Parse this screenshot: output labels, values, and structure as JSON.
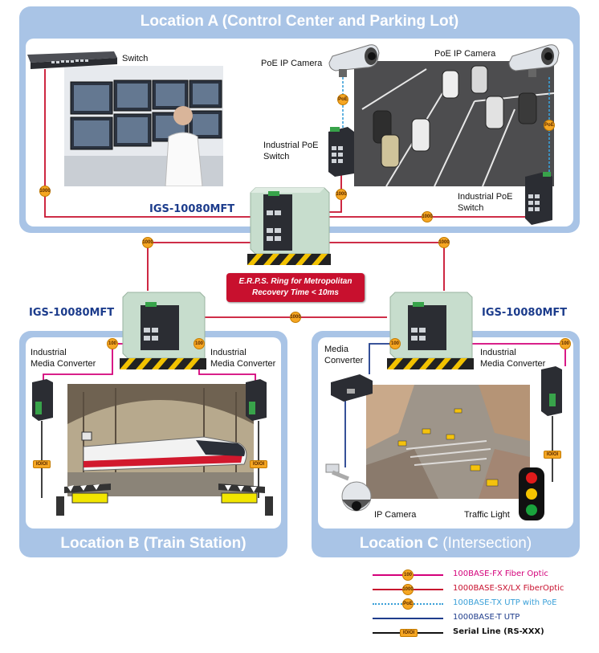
{
  "locations": {
    "a_title": "Location A (Control Center and Parking Lot)",
    "b_title": "Location B (Train Station)",
    "c_title_main": "Location C",
    "c_title_sub": "(Intersection)"
  },
  "devices": {
    "switch": "Switch",
    "poe_camera_left": "PoE IP Camera",
    "poe_camera_right": "PoE IP Camera",
    "ind_poe_switch_left": [
      "Industrial PoE",
      "Switch"
    ],
    "ind_poe_switch_right": [
      "Industrial PoE",
      "Switch"
    ],
    "model_top": "IGS-10080MFT",
    "model_left": "IGS-10080MFT",
    "model_right": "IGS-10080MFT",
    "b_converter_left": [
      "Industrial",
      "Media Converter"
    ],
    "b_converter_right": [
      "Industrial",
      "Media Converter"
    ],
    "c_media_converter": [
      "Media",
      "Converter"
    ],
    "c_ind_converter": [
      "Industrial",
      "Media Converter"
    ],
    "ip_camera": "IP Camera",
    "traffic_light": "Traffic Light"
  },
  "ring_banner": [
    "E.R.P.S. Ring for Metropolitan",
    "Recovery Time < 10ms"
  ],
  "badges": {
    "poe": "PoE",
    "g1000": "1000",
    "f100": "100",
    "serial": "IOIOI"
  },
  "legend": [
    {
      "label": "100BASE-FX Fiber Optic",
      "color": "#d4007a",
      "badge": "100"
    },
    {
      "label": "1000BASE-SX/LX FiberOptic",
      "color": "#c8102e",
      "badge": "1000"
    },
    {
      "label": "100BASE-TX UTP with PoE",
      "color": "#3aa0d8",
      "badge": "PoE"
    },
    {
      "label": "1000BASE-T UTP",
      "color": "#1f3d8c",
      "badge": ""
    },
    {
      "label": "Serial Line (RS-XXX)",
      "color": "#111111",
      "badge": "IOIOI"
    }
  ],
  "colors": {
    "panel": "#a9c4e6",
    "fiber_fx": "#d4007a",
    "fiber_sx": "#c8102e",
    "poe_utp": "#3aa0d8",
    "utp": "#1f3d8c",
    "serial": "#111111",
    "badge": "#f5a623",
    "banner": "#c8102e"
  }
}
